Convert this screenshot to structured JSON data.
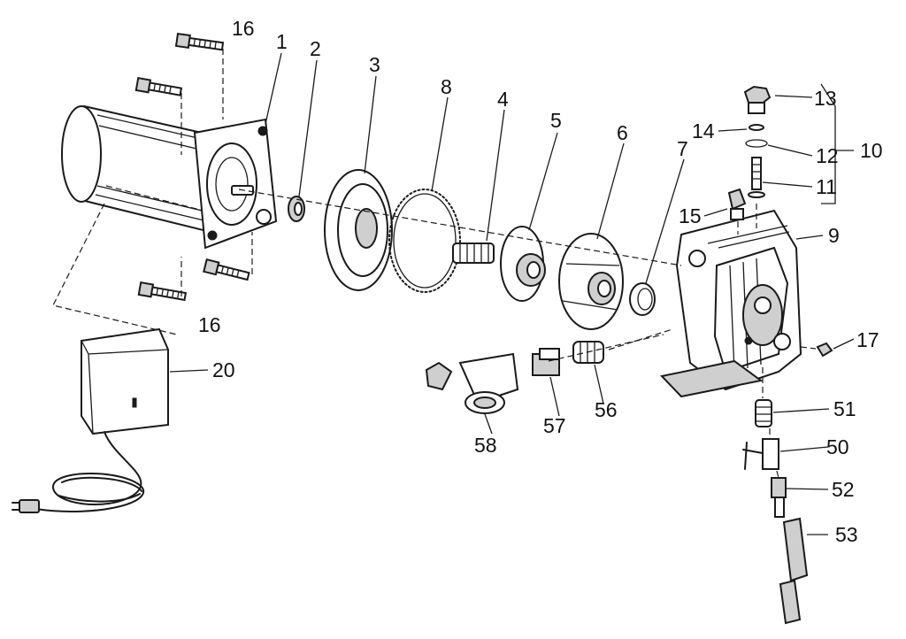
{
  "diagram": {
    "callouts": {
      "c1": "1",
      "c2": "2",
      "c3": "3",
      "c4": "4",
      "c5": "5",
      "c6": "6",
      "c7": "7",
      "c8": "8",
      "c9": "9",
      "c10": "10",
      "c11": "11",
      "c12": "12",
      "c13": "13",
      "c14": "14",
      "c15": "15",
      "c16a": "16",
      "c16b": "16",
      "c17": "17",
      "c20": "20",
      "c50": "50",
      "c51": "51",
      "c52": "52",
      "c53": "53",
      "c56": "56",
      "c57": "57",
      "c58": "58"
    }
  }
}
